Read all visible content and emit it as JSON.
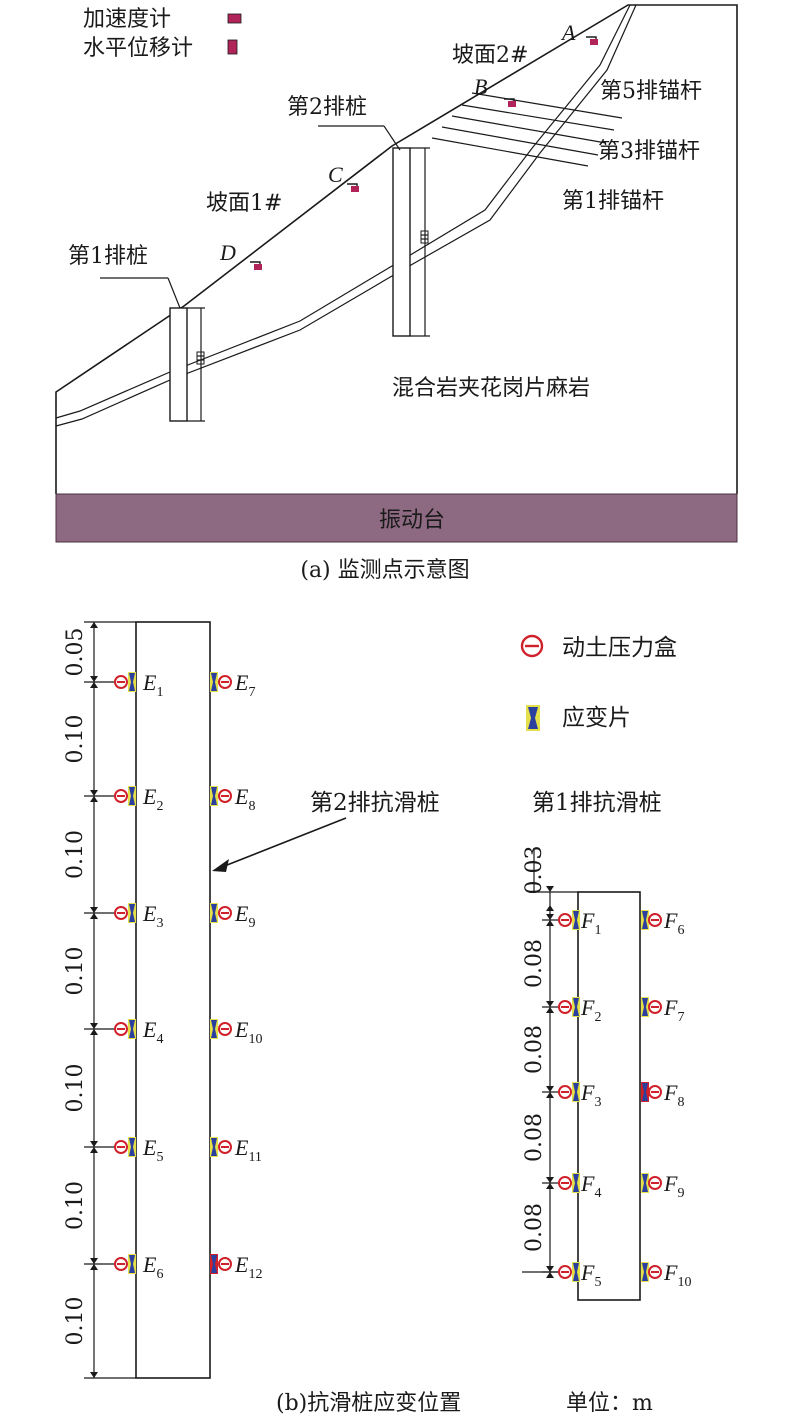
{
  "panel_a": {
    "legend": {
      "accelerometer": "加速度计",
      "displacement_meter": "水平位移计"
    },
    "labels": {
      "slope1": "坡面1#",
      "slope2": "坡面2#",
      "pile_row1": "第1排桩",
      "pile_row2": "第2排桩",
      "anchor_row5": "第5排锚杆",
      "anchor_row3": "第3排锚杆",
      "anchor_row1": "第1排锚杆",
      "rock": "混合岩夹花岗片麻岩",
      "table": "振动台"
    },
    "points": {
      "A": "A",
      "B": "B",
      "C": "C",
      "D": "D"
    },
    "caption": "(a) 监测点示意图",
    "colors": {
      "sensor": "#b0245a",
      "table": "#8d6a82"
    }
  },
  "panel_b": {
    "legend": {
      "pressure_box": "动土压力盒",
      "strain_gauge": "应变片"
    },
    "pile2_label": "第2排抗滑桩",
    "pile1_label": "第1排抗滑桩",
    "pile2_dims": [
      "0.05",
      "0.10",
      "0.10",
      "0.10",
      "0.10",
      "0.10",
      "0.10"
    ],
    "pile1_dims": [
      "0.03",
      "0.08",
      "0.08",
      "0.08",
      "0.08"
    ],
    "E_left": [
      "1",
      "2",
      "3",
      "4",
      "5",
      "6"
    ],
    "E_right": [
      "7",
      "8",
      "9",
      "10",
      "11",
      "12"
    ],
    "F_left": [
      "1",
      "2",
      "3",
      "4",
      "5"
    ],
    "F_right": [
      "6",
      "7",
      "8",
      "9",
      "10"
    ],
    "E_letter": "E",
    "F_letter": "F",
    "caption": "(b)抗滑桩应变位置",
    "unit": "单位：m",
    "colors": {
      "pressure": "#d0202a",
      "gauge_fill": "#2b3f9e",
      "gauge_border": "#e4e04a"
    }
  }
}
